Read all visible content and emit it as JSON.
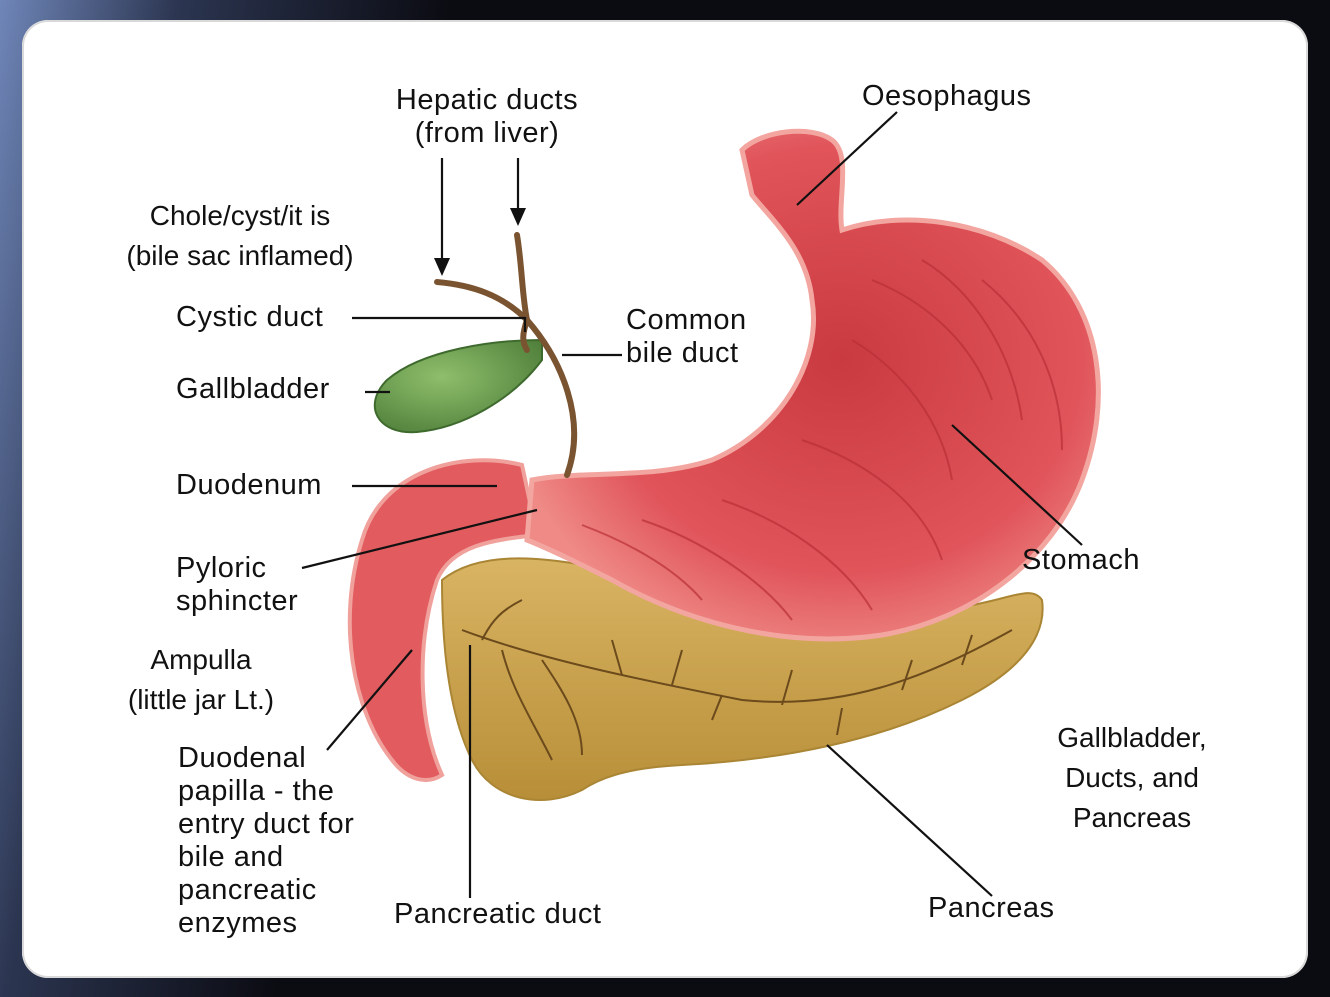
{
  "labels": {
    "hepatic_ducts": "Hepatic ducts\n(from liver)",
    "oesophagus": "Oesophagus",
    "cholecystitis": "Chole/cyst/it is\n(bile sac inflamed)",
    "cystic_duct": "Cystic duct",
    "common_bile_duct": "Common\nbile duct",
    "gallbladder": "Gallbladder",
    "duodenum": "Duodenum",
    "pyloric_sphincter": "Pyloric\nsphincter",
    "stomach": "Stomach",
    "ampulla": "Ampulla\n(little jar Lt.)",
    "duodenal_papilla": "Duodenal\npapilla - the\nentry duct for\nbile and\npancreatic\nenzymes",
    "pancreatic_duct": "Pancreatic duct",
    "pancreas": "Pancreas",
    "caption": "Gallbladder,\nDucts, and\nPancreas"
  },
  "colors": {
    "stomach": "#e0545a",
    "stomach_inner": "#d7474d",
    "stomach_rim": "#f3a6a0",
    "pancreas": "#c9a24a",
    "pancreas_vessels": "#6b4a1c",
    "gallbladder": "#5f8f45",
    "bile_duct": "#7a5431",
    "leader_line": "#111111"
  }
}
